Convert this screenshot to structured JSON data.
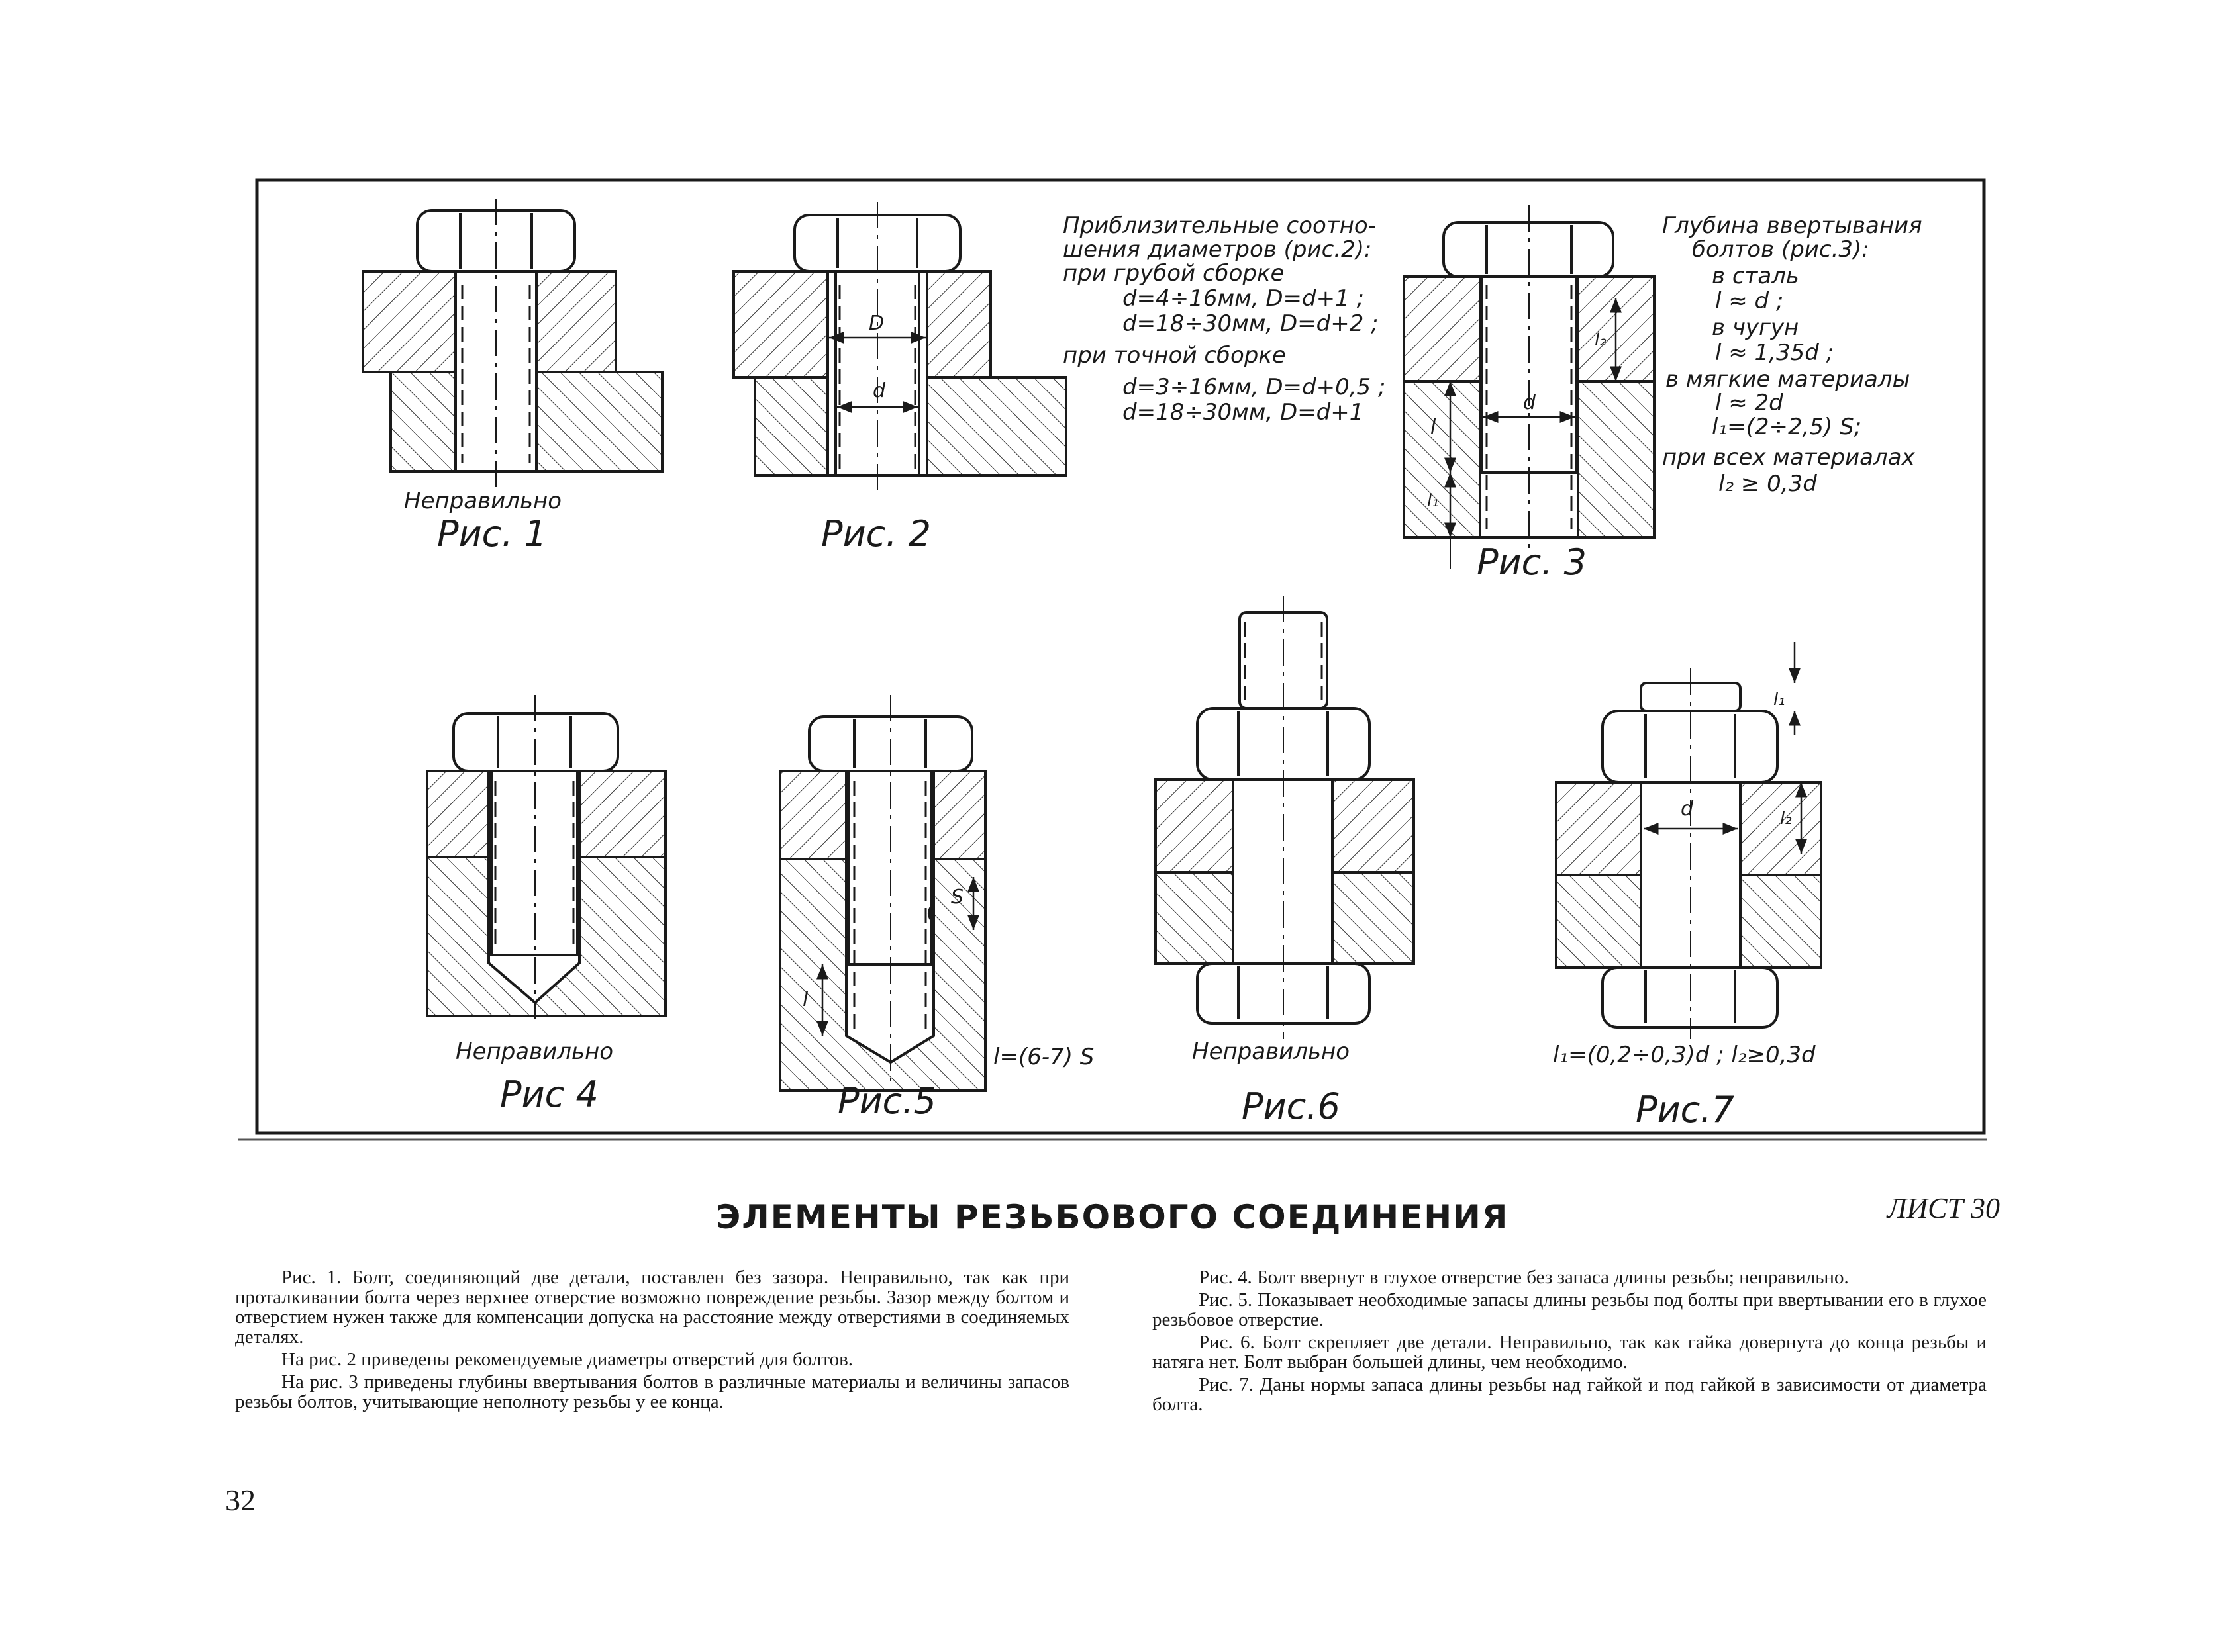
{
  "figures": {
    "fig1": {
      "caption": "Рис. 1",
      "note": "Неправильно"
    },
    "fig2": {
      "caption": "Рис. 2",
      "label_D": "D",
      "label_d": "d",
      "notes": [
        "Приблизительные соотно-",
        "шения диаметров (рис.2):",
        "при грубой сборке",
        "d=4÷16мм, D=d+1 ;",
        "d=18÷30мм, D=d+2 ;",
        "при точной сборке",
        "d=3÷16мм, D=d+0,5 ;",
        "d=18÷30мм, D=d+1"
      ]
    },
    "fig3": {
      "caption": "Рис. 3",
      "label_d": "d",
      "label_l": "l",
      "label_l1": "l₁",
      "label_l2": "l₂",
      "notes": [
        "Глубина ввертывания",
        "болтов (рис.3):",
        "в сталь",
        "l ≈ d ;",
        "в чугун",
        "l ≈ 1,35d ;",
        "в мягкие материалы",
        "l ≈ 2d",
        "l₁=(2÷2,5) S;",
        "при всех материалах",
        "l₂ ≥ 0,3d"
      ]
    },
    "fig4": {
      "caption": "Рис 4",
      "note": "Неправильно"
    },
    "fig5": {
      "caption": "Рис.5",
      "formula": "l=(6-7) S",
      "label_l": "l",
      "label_S": "S"
    },
    "fig6": {
      "caption": "Рис.6",
      "note": "Неправильно"
    },
    "fig7": {
      "caption": "Рис.7",
      "formula": "l₁=(0,2÷0,3)d ; l₂≥0,3d",
      "label_d": "d",
      "label_l1": "l₁",
      "label_l2": "l₂"
    }
  },
  "heading": "ЭЛЕМЕНТЫ РЕЗЬБОВОГО СОЕДИНЕНИЯ",
  "sheet_number": "ЛИСТ 30",
  "body_left": [
    "Рис. 1. Болт, соединяющий две детали, поставлен без зазора. Неправильно, так как при проталкивании болта через верхнее отверстие возможно повреждение резьбы. Зазор между болтом и отверстием нужен также для компенсации допуска на расстояние между отверстиями в соединяемых деталях.",
    "На рис. 2 приведены рекомендуемые диаметры отверстий для болтов.",
    "На рис. 3 приведены глубины ввертывания болтов в различные материалы и величины запасов резьбы болтов, учитывающие неполноту резьбы у ее конца."
  ],
  "body_right": [
    "Рис. 4. Болт ввернут в глухое отверстие без запаса длины резьбы; неправильно.",
    "Рис. 5. Показывает необходимые запасы длины резьбы под болты при ввертывании его в глухое резьбовое отверстие.",
    "Рис. 6. Болт скрепляет две детали. Неправильно, так как гайка довернута до конца резьбы и натяга нет. Болт выбран большей длины, чем необходимо.",
    "Рис. 7. Даны нормы запаса длины резьбы над гайкой и под гайкой в зависимости от диаметра болта."
  ],
  "page_number": "32"
}
